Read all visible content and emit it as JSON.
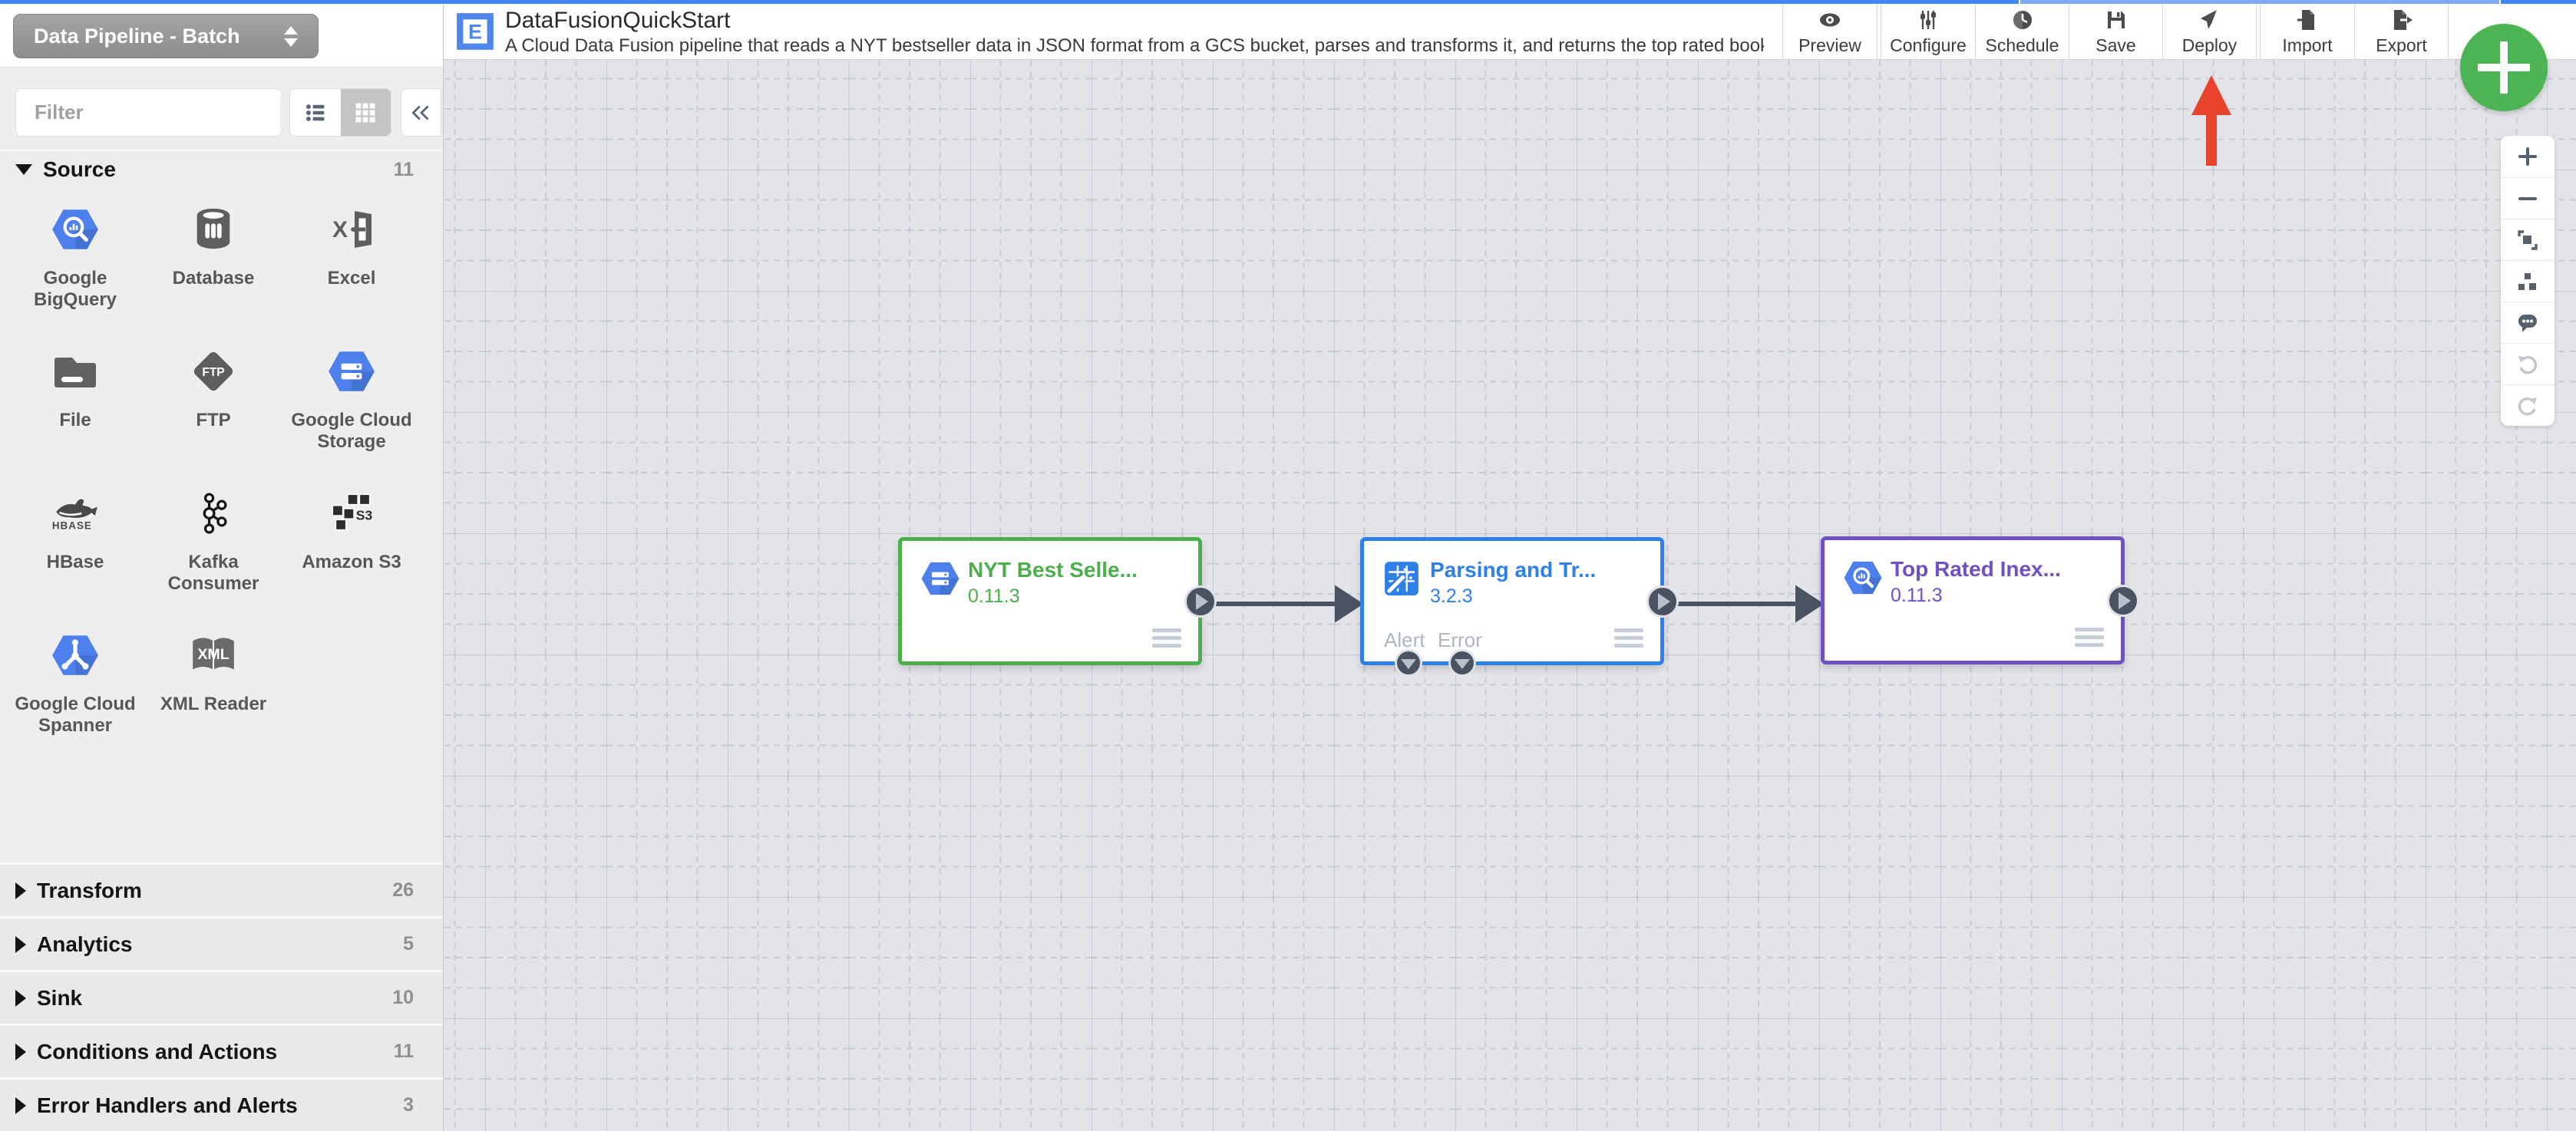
{
  "mode_selector": {
    "value": "Data Pipeline - Batch"
  },
  "header": {
    "logo_letter": "E",
    "title": "DataFusionQuickStart",
    "description": "A Cloud Data Fusion pipeline that reads a NYT bestseller data in JSON format from a GCS bucket, parses and transforms it, and returns the top rated book...",
    "actions": [
      {
        "label": "Preview",
        "icon": "eye-icon"
      },
      {
        "label": "Configure",
        "icon": "sliders-icon"
      },
      {
        "label": "Schedule",
        "icon": "clock-icon"
      },
      {
        "label": "Save",
        "icon": "floppy-icon"
      },
      {
        "label": "Deploy",
        "icon": "send-icon"
      },
      {
        "label": "Import",
        "icon": "import-icon"
      },
      {
        "label": "Export",
        "icon": "export-icon"
      }
    ]
  },
  "annotation": {
    "type": "red-arrow",
    "points_to": "Deploy"
  },
  "sidebar": {
    "filter_placeholder": "Filter",
    "source_section": {
      "label": "Source",
      "count": "11",
      "expanded": true
    },
    "source_items": [
      {
        "label": "Google BigQuery",
        "icon": "bigquery-icon"
      },
      {
        "label": "Database",
        "icon": "database-icon"
      },
      {
        "label": "Excel",
        "icon": "excel-icon",
        "icon_text": "X"
      },
      {
        "label": "File",
        "icon": "folder-icon"
      },
      {
        "label": "FTP",
        "icon": "ftp-icon",
        "icon_text": "FTP"
      },
      {
        "label": "Google Cloud Storage",
        "icon": "gcs-icon"
      },
      {
        "label": "HBase",
        "icon": "hbase-icon",
        "icon_text": "HBASE"
      },
      {
        "label": "Kafka Consumer",
        "icon": "kafka-icon"
      },
      {
        "label": "Amazon S3",
        "icon": "s3-icon",
        "icon_text": "S3"
      },
      {
        "label": "Google Cloud Spanner",
        "icon": "spanner-icon"
      },
      {
        "label": "XML Reader",
        "icon": "xml-icon",
        "icon_text": "XML"
      }
    ],
    "sections": [
      {
        "label": "Transform",
        "count": "26"
      },
      {
        "label": "Analytics",
        "count": "5"
      },
      {
        "label": "Sink",
        "count": "10"
      },
      {
        "label": "Conditions and Actions",
        "count": "11"
      },
      {
        "label": "Error Handlers and Alerts",
        "count": "3"
      }
    ]
  },
  "canvas": {
    "nodes": [
      {
        "title": "NYT Best Selle...",
        "version": "0.11.3",
        "color": "#4cae4c",
        "icon": "gcs-icon"
      },
      {
        "title": "Parsing and Tr...",
        "version": "3.2.3",
        "color": "#2f7fe8",
        "icon": "wrangler-icon",
        "ports": [
          "Alert",
          "Error"
        ]
      },
      {
        "title": "Top Rated Inex...",
        "version": "0.11.3",
        "color": "#6f51c1",
        "icon": "bigquery-icon"
      }
    ]
  },
  "zoom_toolbar": [
    "zoom-in",
    "zoom-out",
    "fit-to-screen",
    "auto-align",
    "comments",
    "undo",
    "redo"
  ],
  "colors": {
    "topbar": "#4285f4",
    "fab": "#4cb454",
    "canvas_bg": "#e3e4e7",
    "grid_line": "#c5c9d5",
    "node_green": "#4cae4c",
    "node_blue": "#2f7fe8",
    "node_purple": "#6f51c1",
    "port": "#4a5362",
    "red_arrow": "#e8432c",
    "hexagon_blue": "#4d80ec"
  }
}
